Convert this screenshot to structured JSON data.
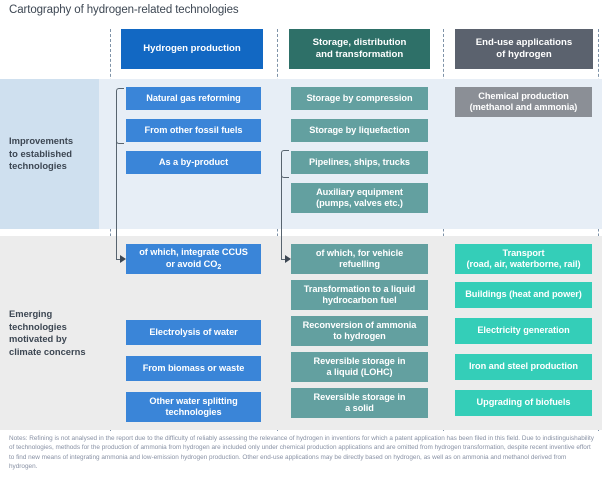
{
  "title": "Cartography of hydrogen-related technologies",
  "columns": [
    {
      "id": "production",
      "label": "Hydrogen production",
      "color": "#1268c3"
    },
    {
      "id": "storage",
      "label": "Storage, distribution and transformation",
      "color": "#2e7068"
    },
    {
      "id": "enduse",
      "label": "End-use applications of hydrogen",
      "color": "#5b626e"
    }
  ],
  "column_labels": {
    "production": "Hydrogen production",
    "storage_line1": "Storage, distribution",
    "storage_line2": "and transformation",
    "enduse_line1": "End-use applications",
    "enduse_line2": "of hydrogen"
  },
  "sections": [
    {
      "id": "established",
      "label": "Improvements to established technologies",
      "label_lines": [
        "Improvements",
        "to established",
        "technologies"
      ],
      "band_color": "#cfe0ef",
      "production": [
        {
          "label": "Natural gas reforming",
          "color": "#3a85d8"
        },
        {
          "label": "From other fossil fuels",
          "color": "#3a85d8"
        },
        {
          "label": "As a by-product",
          "color": "#3a85d8"
        }
      ],
      "storage": [
        {
          "label": "Storage by compression",
          "color": "#63a0a0"
        },
        {
          "label": "Storage by liquefaction",
          "color": "#63a0a0"
        },
        {
          "label": "Pipelines, ships, trucks",
          "color": "#63a0a0"
        },
        {
          "label": "Auxiliary equipment (pumps, valves etc.)",
          "color": "#63a0a0"
        }
      ],
      "enduse": [
        {
          "label": "Chemical production (methanol and ammonia)",
          "color": "#8b8f96"
        }
      ]
    },
    {
      "id": "emerging",
      "label": "Emerging technologies motivated by climate concerns",
      "label_lines": [
        "Emerging",
        "technologies",
        "motivated by",
        "climate concerns"
      ],
      "band_color": "#ececec",
      "production": [
        {
          "label": "of which, integrate CCUS or avoid CO2",
          "color": "#3a85d8"
        },
        {
          "label": "Electrolysis of water",
          "color": "#3a85d8"
        },
        {
          "label": "From biomass or waste",
          "color": "#3a85d8"
        },
        {
          "label": "Other water splitting technologies",
          "color": "#3a85d8"
        }
      ],
      "storage": [
        {
          "label": "of which, for vehicle refuelling",
          "color": "#63a0a0"
        },
        {
          "label": "Transformation to a liquid hydrocarbon fuel",
          "color": "#63a0a0"
        },
        {
          "label": "Reconversion of ammonia to hydrogen",
          "color": "#63a0a0"
        },
        {
          "label": "Reversible storage in a liquid (LOHC)",
          "color": "#63a0a0"
        },
        {
          "label": "Reversible storage in a solid",
          "color": "#63a0a0"
        }
      ],
      "enduse": [
        {
          "label": "Transport (road, air, waterborne, rail)",
          "color": "#34ceb8"
        },
        {
          "label": "Buildings (heat and power)",
          "color": "#34ceb8"
        },
        {
          "label": "Electricity generation",
          "color": "#34ceb8"
        },
        {
          "label": "Iron and steel production",
          "color": "#34ceb8"
        },
        {
          "label": "Upgrading of biofuels",
          "color": "#34ceb8"
        }
      ]
    }
  ],
  "nodes": {
    "p1_natural_gas_l1": "Natural gas reforming",
    "p1_fossil_l1": "From other fossil fuels",
    "p1_byproduct_l1": "As a by-product",
    "s1_compression": "Storage by compression",
    "s1_liquefaction": "Storage by liquefaction",
    "s1_pipelines": "Pipelines, ships, trucks",
    "s1_auxiliary_l1": "Auxiliary equipment",
    "s1_auxiliary_l2": "(pumps, valves etc.)",
    "e1_chemical_l1": "Chemical production",
    "e1_chemical_l2": "(methanol and ammonia)",
    "p2_ccus_l1": "of which, integrate CCUS",
    "p2_ccus_l2a": "or avoid CO",
    "p2_ccus_l2b": "2",
    "p2_electrolysis": "Electrolysis of water",
    "p2_biomass": "From biomass or waste",
    "p2_splitting_l1": "Other water splitting",
    "p2_splitting_l2": "technologies",
    "s2_vehicle_l1": "of which, for vehicle",
    "s2_vehicle_l2": "refuelling",
    "s2_transform_l1": "Transformation to a liquid",
    "s2_transform_l2": "hydrocarbon fuel",
    "s2_reconversion_l1": "Reconversion of ammonia",
    "s2_reconversion_l2": "to hydrogen",
    "s2_lohc_l1": "Reversible storage in",
    "s2_lohc_l2": "a liquid (LOHC)",
    "s2_solid_l1": "Reversible storage in",
    "s2_solid_l2": "a solid",
    "e2_transport_l1": "Transport",
    "e2_transport_l2": "(road, air, waterborne, rail)",
    "e2_buildings": "Buildings (heat and power)",
    "e2_electricity": "Electricity generation",
    "e2_iron": "Iron and steel production",
    "e2_biofuels": "Upgrading of biofuels"
  },
  "notes": {
    "text": "Notes: Refining is not analysed in the report due to the difficulty of reliably assessing the relevance of hydrogen in inventions for which a patent application has been filed in this field. Due to indistinguishability of technologies, methods for the production of ammonia from hydrogen are included only under chemical production applications and are omitted from hydrogen transformation, despite recent inventive effort to find new means of integrating ammonia and low-emission hydrogen production. Other end-use applications may be directly based on hydrogen, as well as on ammonia and methanol derived from hydrogen."
  },
  "colors": {
    "header_blue": "#1268c3",
    "header_teal": "#2e7068",
    "header_gray": "#5b626e",
    "node_blue": "#3a85d8",
    "node_teal": "#63a0a0",
    "node_green": "#34ceb8",
    "node_gray": "#8b8f96",
    "band_established": "#cfe0ef",
    "band_emerging": "#ececec",
    "panel_established": "#e7eef6",
    "panel_emerging": "#ececec",
    "notes_text": "#8891a4",
    "title_text": "#3d4753"
  }
}
